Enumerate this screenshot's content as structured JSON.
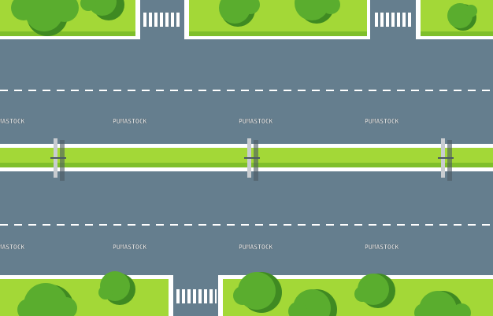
{
  "scene": {
    "type": "top-down road map tile",
    "road_color": "#657e8e",
    "grass_color": "#a3d837",
    "grass_edge_color": "#7fbf2a",
    "curb_color": "#ffffff",
    "tree_color": "#5aad2e",
    "tree_shadow_color": "#3f8a22",
    "pole_color": "#c8ccd0"
  },
  "watermarks": [
    {
      "text": "PUMASTOCK"
    },
    {
      "text": "PUMASTOCK"
    },
    {
      "text": "PUMASTOCK"
    },
    {
      "text": "PUMASTOCK"
    },
    {
      "text": "PUMASTOCK"
    },
    {
      "text": "PUMASTOCK"
    },
    {
      "text": "PUMASTOCK"
    },
    {
      "text": "PUMASTOCK"
    }
  ],
  "icons": {
    "tree": "tree-icon",
    "light_pole": "street-light-icon",
    "crosswalk": "crosswalk-icon"
  }
}
